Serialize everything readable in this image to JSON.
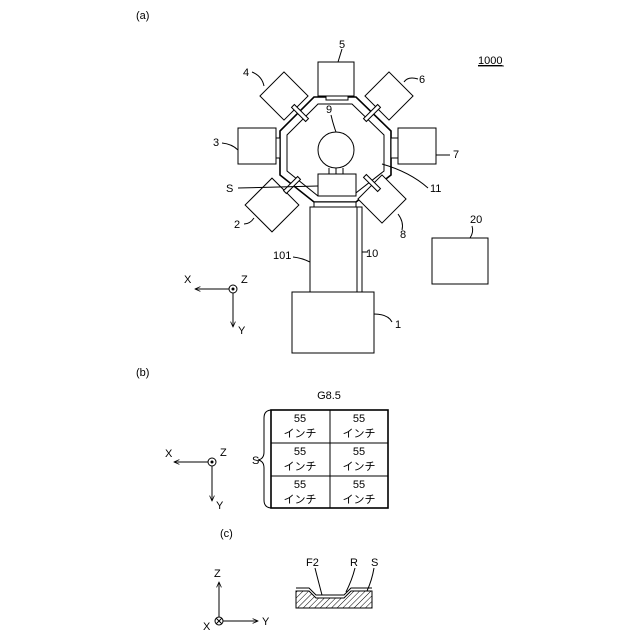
{
  "panel_a": {
    "label": "(a)",
    "system_ref": "1000",
    "module_labels": {
      "m1": "1",
      "m2": "2",
      "m3": "3",
      "m4": "4",
      "m5": "5",
      "m6": "6",
      "m7": "7",
      "m8": "8",
      "m9": "9",
      "m10": "10",
      "m11": "11",
      "m20": "20",
      "m101": "101",
      "s": "S"
    },
    "axes": {
      "x": "X",
      "y": "Y",
      "z": "Z"
    }
  },
  "panel_b": {
    "label": "(b)",
    "glass_size": "G8.5",
    "substrate_label": "S",
    "cells": [
      {
        "size": "55",
        "unit": "インチ"
      },
      {
        "size": "55",
        "unit": "インチ"
      },
      {
        "size": "55",
        "unit": "インチ"
      },
      {
        "size": "55",
        "unit": "インチ"
      },
      {
        "size": "55",
        "unit": "インチ"
      },
      {
        "size": "55",
        "unit": "インチ"
      }
    ],
    "axes": {
      "x": "X",
      "y": "Y",
      "z": "Z"
    }
  },
  "panel_c": {
    "label": "(c)",
    "labels": {
      "f2": "F2",
      "r": "R",
      "s": "S"
    },
    "axes": {
      "x": "X",
      "y": "Y",
      "z": "Z"
    }
  }
}
